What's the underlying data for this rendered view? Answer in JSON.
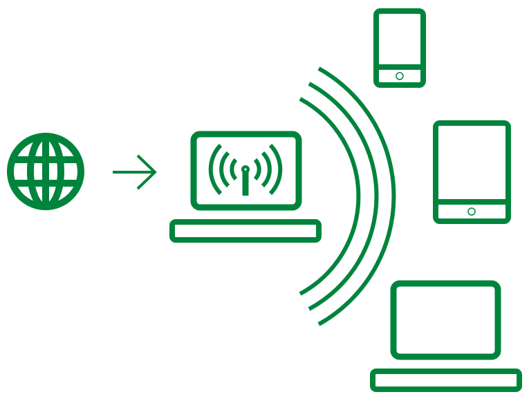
{
  "diagram": {
    "accent_color": "#00843C",
    "background_color": "#FFFFFF",
    "nodes": [
      {
        "id": "internet",
        "icon": "globe-icon"
      },
      {
        "id": "hotspot",
        "icon": "laptop-wifi-hotspot-icon"
      },
      {
        "id": "phone",
        "icon": "smartphone-icon"
      },
      {
        "id": "tablet",
        "icon": "tablet-icon"
      },
      {
        "id": "laptop",
        "icon": "laptop-icon"
      }
    ],
    "connections": [
      {
        "from": "internet",
        "to": "hotspot",
        "icon": "arrow-right-icon"
      },
      {
        "from": "hotspot",
        "to": "devices",
        "icon": "wireless-waves-icon"
      }
    ]
  }
}
